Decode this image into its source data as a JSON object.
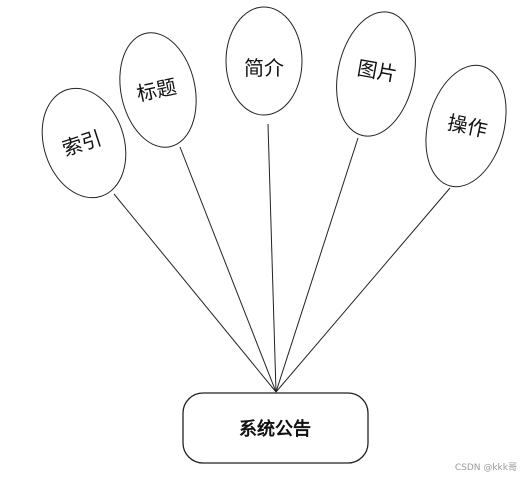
{
  "entity": {
    "label": "系统公告"
  },
  "attributes": [
    {
      "label": "索引"
    },
    {
      "label": "标题"
    },
    {
      "label": "简介"
    },
    {
      "label": "图片"
    },
    {
      "label": "操作"
    }
  ],
  "watermark": "CSDN @kkk哥"
}
